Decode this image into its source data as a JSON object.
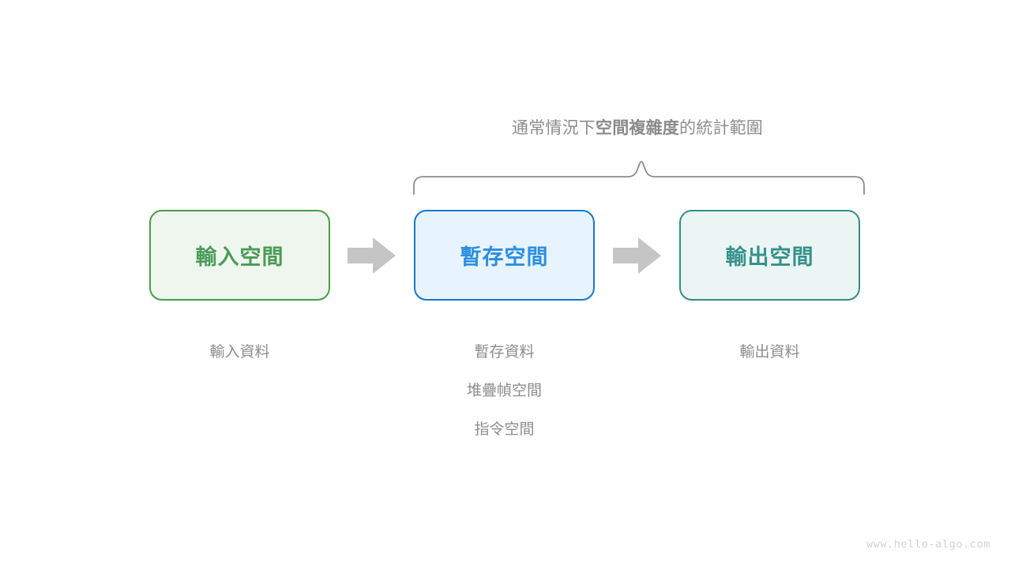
{
  "diagram": {
    "caption": {
      "prefix": "通常情況下",
      "emphasis": "空間複雜度",
      "suffix": "的統計範圍"
    },
    "boxes": [
      {
        "id": "input-space",
        "label": "輸入空間",
        "border_color": "#4a9b4a",
        "fill_color": "#eef6ee",
        "text_color": "#4a9b58",
        "sublabels": [
          "輸入資料"
        ]
      },
      {
        "id": "temp-space",
        "label": "暫存空間",
        "border_color": "#1478cd",
        "fill_color": "#e8f4fd",
        "text_color": "#2b8fe0",
        "sublabels": [
          "暫存資料",
          "堆疊幀空間",
          "指令空間"
        ]
      },
      {
        "id": "output-space",
        "label": "輸出空間",
        "border_color": "#2e8f89",
        "fill_color": "#ebf6f4",
        "text_color": "#35918b",
        "sublabels": [
          "輸出資料"
        ]
      }
    ],
    "arrows": [
      {
        "id": "arrow-input-to-temp",
        "color": "#c5c5c5"
      },
      {
        "id": "arrow-temp-to-output",
        "color": "#c5c5c5"
      }
    ],
    "brace": {
      "color": "#8d8d8d",
      "covers": [
        "temp-space",
        "output-space"
      ]
    },
    "watermark": "www.hello-algo.com"
  }
}
